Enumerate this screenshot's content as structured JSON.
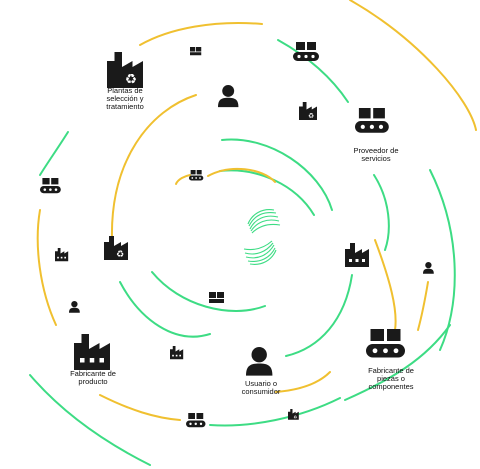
{
  "colors": {
    "green": "#3ddc84",
    "yellow": "#f0c030",
    "ink": "#1a1a1a"
  },
  "labels": {
    "plantas": "Plantas de\nselección y\ntratamiento",
    "proveedor": "Proveedor de\nservicios",
    "fabricante_producto": "Fabricante de\nproducto",
    "usuario": "Usuario o\nconsumidor",
    "fabricante_piezas": "Fabricante de\npiezas o\ncomponentes"
  },
  "icons": {
    "factory": "factory-icon",
    "recycle_factory": "recycling-factory-icon",
    "conveyor": "conveyor-icon",
    "person": "person-icon",
    "box": "box-icon"
  }
}
